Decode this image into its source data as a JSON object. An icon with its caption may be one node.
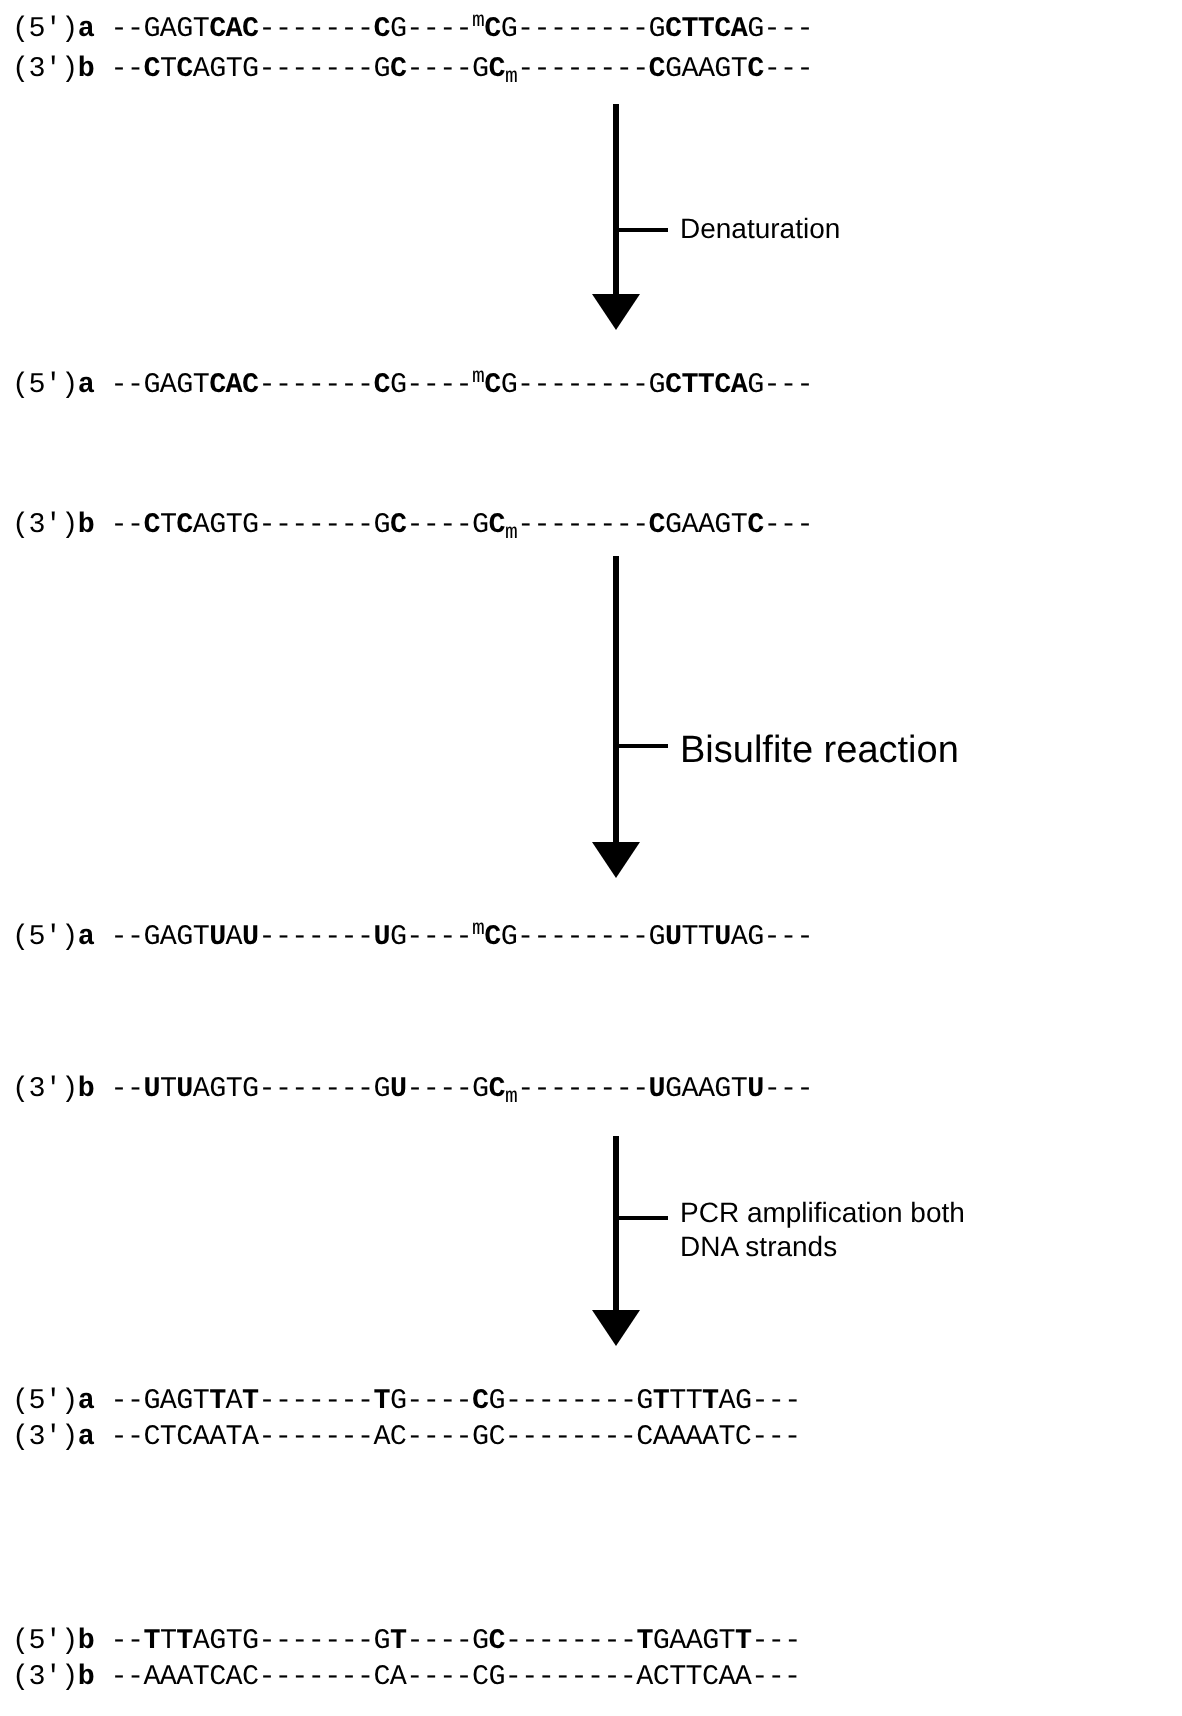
{
  "diagram": {
    "nodes": [
      {
        "text": [
          "(5')**a** --GAGT**CAC**-------**C**G----$^{m}$**C**G--------G**CTTCA**G---",
          "(3')**b** --**C**T**C**AGTG-------G**C**----G**C**$_{m}$--------**C**GAAGT**C**---"
        ]
      },
      {
        "text": [
          "(5')**a** --GAGT**CAC**-------**C**G----$^{m}$**C**G--------G**CTTCA**G---",
          "(3')**b** --**C**T**C**AGTG-------G**C**----G**C**$_{m}$--------**C**GAAGT**C**---"
        ]
      },
      {
        "text": [
          "(5')**a** --GAGT**U**A**U**-------**U**G----$^{m}$**C**G--------G**U**TT**U**AG---",
          "(3')**b** --**U**T**U**AGTG-------G**U**----G**C**$_{m}$--------**U**GAAGT**U**---"
        ]
      },
      {
        "text": [
          "(5')**a** --GAGT**T**A**T**-------**T**G----**C**G--------G**T**TT**T**AG---",
          "(3')**a** --CTCAATA-------AC----GC--------CAAAATC---"
        ]
      },
      {
        "text": [
          "(5')**b** --**T**T**T**AGTG-------G**T**----G**C**--------**T**GAAGT**T**---",
          "(3')**b** --AAATCAC-------CA----CG--------ACTTCAA---"
        ]
      }
    ],
    "edges": [
      {
        "from": 0,
        "to": 1,
        "arrow": "to",
        "label": "Denaturation"
      },
      {
        "from": 1,
        "to": 2,
        "arrow": "to",
        "label": "Bisulfite reaction"
      },
      {
        "from": 2,
        "to": 3,
        "arrow": "to",
        "label": "PCR amplification both DNA strands"
      }
    ]
  }
}
